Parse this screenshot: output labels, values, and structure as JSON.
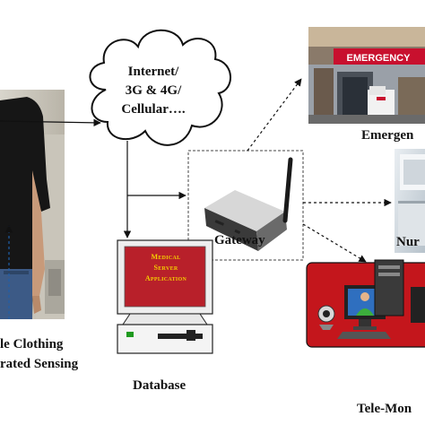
{
  "cloud": {
    "line1": "Internet/",
    "line2": "3G & 4G/",
    "line3": "Cellular…."
  },
  "labels": {
    "gateway": "Gateway",
    "database": "Database",
    "emergency": "Emergen",
    "nurse": "Nur",
    "telemonitoring": "Tele-Mon",
    "clothing_line1": "le Clothing",
    "clothing_line2": "rated Sensing"
  },
  "emergency_sign": "EMERGENCY",
  "server_screen": {
    "line1": "Medical",
    "line2": "Server",
    "line3": "Application"
  },
  "colors": {
    "server_screen": "#b8202a",
    "server_text": "#f4d000",
    "telemonitor_panel": "#c4161c",
    "emergency_sign": "#c8102e"
  }
}
